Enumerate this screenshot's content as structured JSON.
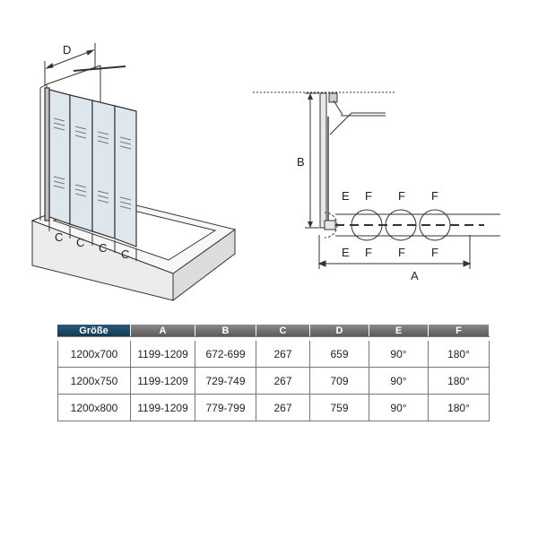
{
  "left_diagram": {
    "dim_d": "D",
    "dim_c_labels": [
      "C",
      "C",
      "C",
      "C"
    ]
  },
  "right_diagram": {
    "dim_b": "B",
    "dim_a": "A",
    "top_labels": [
      "E",
      "F",
      "F",
      "F"
    ],
    "bottom_labels": [
      "E",
      "F",
      "F",
      "F"
    ]
  },
  "table": {
    "headers": [
      "Größe",
      "A",
      "B",
      "C",
      "D",
      "E",
      "F"
    ],
    "rows": [
      [
        "1200x700",
        "1199-1209",
        "672-699",
        "267",
        "659",
        "90°",
        "180°"
      ],
      [
        "1200x750",
        "1199-1209",
        "729-749",
        "267",
        "709",
        "90°",
        "180°"
      ],
      [
        "1200x800",
        "1199-1209",
        "779-799",
        "267",
        "759",
        "90°",
        "180°"
      ]
    ]
  },
  "colors": {
    "header_first": "#1e4b6a",
    "header_other": "#707070",
    "line": "#333333",
    "glass": "#dfe7ee"
  }
}
